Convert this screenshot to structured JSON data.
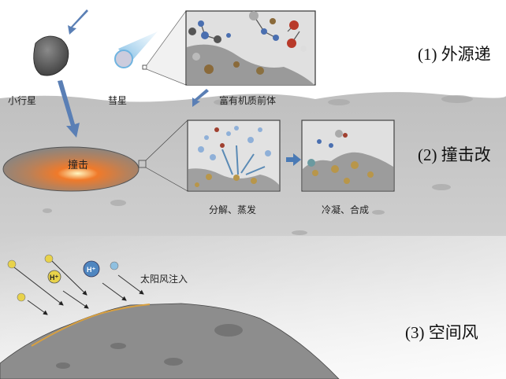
{
  "labels": {
    "asteroid": "小行星",
    "comet": "彗星",
    "precursor": "富有机质前体",
    "impact": "撞击",
    "decompose": "分解、蒸发",
    "condense": "冷凝、合成",
    "solar_wind": "太阳风注入",
    "ion_h_plus_1": "H⁺",
    "ion_h_plus_2": "H⁺"
  },
  "stages": {
    "stage1": "(1) 外源递",
    "stage2": "(2) 撞击改",
    "stage3": "(3) 空间风"
  },
  "colors": {
    "surface": "#c9c9c9",
    "arrow": "#5a7fb5",
    "ion_yellow": "#e8d24a",
    "ion_blue": "#5b90c8",
    "crater_hot": "#f07a2a"
  }
}
